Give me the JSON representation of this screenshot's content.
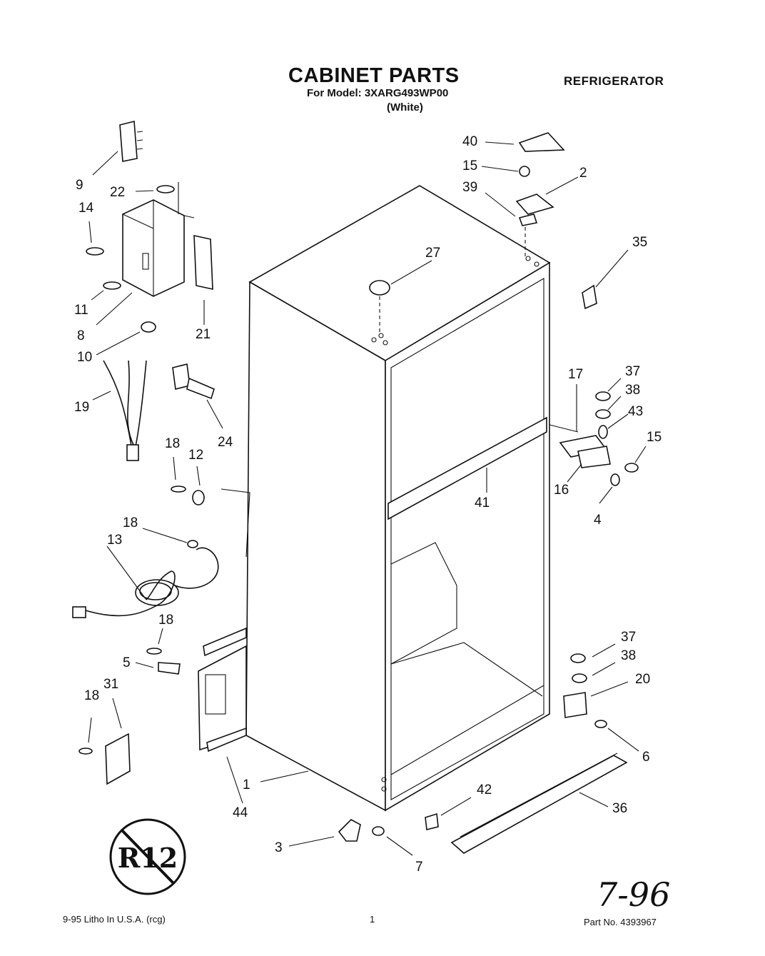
{
  "header": {
    "title": "CABINET PARTS",
    "model": "For Model: 3XARG493WP00",
    "color": "(White)",
    "appliance": "REFRIGERATOR"
  },
  "callouts": [
    {
      "label": "9"
    },
    {
      "label": "22"
    },
    {
      "label": "14"
    },
    {
      "label": "11"
    },
    {
      "label": "8"
    },
    {
      "label": "21"
    },
    {
      "label": "10"
    },
    {
      "label": "19"
    },
    {
      "label": "24"
    },
    {
      "label": "18"
    },
    {
      "label": "12"
    },
    {
      "label": "18"
    },
    {
      "label": "13"
    },
    {
      "label": "18"
    },
    {
      "label": "5"
    },
    {
      "label": "31"
    },
    {
      "label": "18"
    },
    {
      "label": "44"
    },
    {
      "label": "1"
    },
    {
      "label": "3"
    },
    {
      "label": "7"
    },
    {
      "label": "42"
    },
    {
      "label": "36"
    },
    {
      "label": "6"
    },
    {
      "label": "20"
    },
    {
      "label": "38"
    },
    {
      "label": "37"
    },
    {
      "label": "4"
    },
    {
      "label": "16"
    },
    {
      "label": "15"
    },
    {
      "label": "43"
    },
    {
      "label": "38"
    },
    {
      "label": "37"
    },
    {
      "label": "17"
    },
    {
      "label": "41"
    },
    {
      "label": "35"
    },
    {
      "label": "27"
    },
    {
      "label": "39"
    },
    {
      "label": "15"
    },
    {
      "label": "2"
    },
    {
      "label": "40"
    }
  ],
  "badge": {
    "label": "R12"
  },
  "footer": {
    "litho": "9-95 Litho In U.S.A. (rcg)",
    "page": "1",
    "part_no": "Part No. 4393967",
    "handwritten": "7-96"
  }
}
